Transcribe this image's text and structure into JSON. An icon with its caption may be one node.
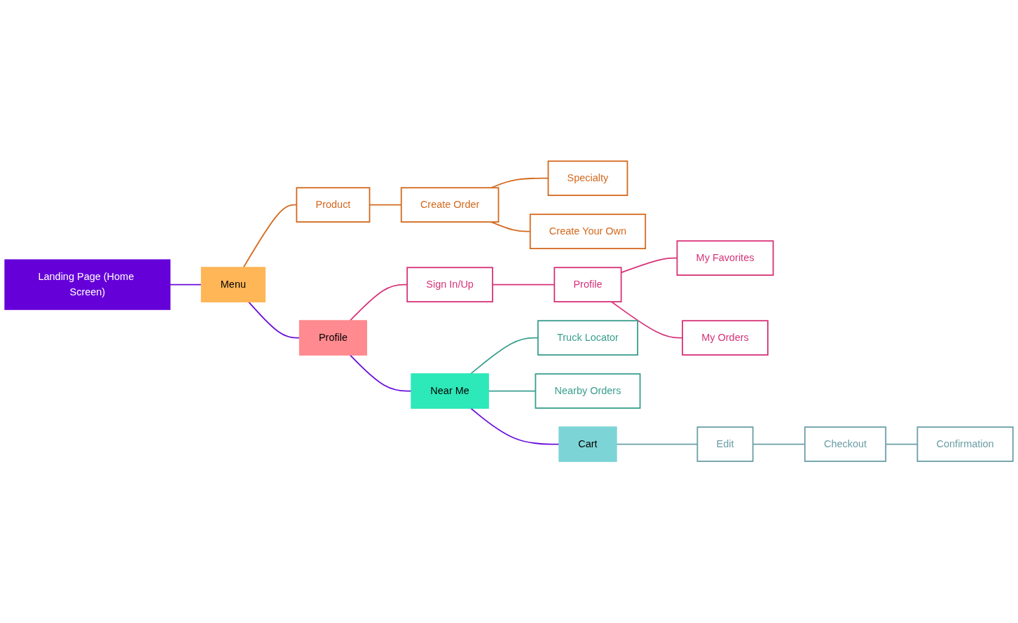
{
  "diagram": {
    "nodes": [
      {
        "text": [
          "Landing Page (Home Screen)"
        ]
      },
      {
        "text": [
          "Menu"
        ]
      },
      {
        "text": [
          "Product"
        ]
      },
      {
        "text": [
          "Create Order"
        ]
      },
      {
        "text": [
          "Specialty"
        ]
      },
      {
        "text": [
          "Create Your Own"
        ]
      },
      {
        "text": [
          "Profile"
        ]
      },
      {
        "text": [
          "Sign In/Up"
        ]
      },
      {
        "text": [
          "Profile"
        ]
      },
      {
        "text": [
          "My Favorites"
        ]
      },
      {
        "text": [
          "My Orders"
        ]
      },
      {
        "text": [
          "Near Me"
        ]
      },
      {
        "text": [
          "Truck Locator"
        ]
      },
      {
        "text": [
          "Nearby Orders"
        ]
      },
      {
        "text": [
          "Cart"
        ]
      },
      {
        "text": [
          "Edit"
        ]
      },
      {
        "text": [
          "Checkout"
        ]
      },
      {
        "text": [
          "Confirmation"
        ]
      }
    ],
    "edges": [
      {
        "from": 0,
        "to": 1,
        "arrow": "none",
        "color": "#6a0dd9"
      },
      {
        "from": 1,
        "to": 6,
        "arrow": "none",
        "color": "#6a0dd9"
      },
      {
        "from": 6,
        "to": 11,
        "arrow": "none",
        "color": "#6a0dd9"
      },
      {
        "from": 11,
        "to": 14,
        "arrow": "none",
        "color": "#6a0dd9"
      },
      {
        "from": 1,
        "to": 2,
        "arrow": "none",
        "color": "#d4691e"
      },
      {
        "from": 2,
        "to": 3,
        "arrow": "none",
        "color": "#d4691e"
      },
      {
        "from": 3,
        "to": 4,
        "arrow": "none",
        "color": "#d4691e"
      },
      {
        "from": 3,
        "to": 5,
        "arrow": "none",
        "color": "#d4691e"
      },
      {
        "from": 6,
        "to": 7,
        "arrow": "none",
        "color": "#d63378"
      },
      {
        "from": 7,
        "to": 8,
        "arrow": "none",
        "color": "#d63378"
      },
      {
        "from": 8,
        "to": 9,
        "arrow": "none",
        "color": "#d63378"
      },
      {
        "from": 8,
        "to": 10,
        "arrow": "none",
        "color": "#d63378"
      },
      {
        "from": 11,
        "to": 12,
        "arrow": "none",
        "color": "#3a9e8f"
      },
      {
        "from": 11,
        "to": 13,
        "arrow": "none",
        "color": "#3a9e8f"
      },
      {
        "from": 14,
        "to": 15,
        "arrow": "none",
        "color": "#6a9ea6"
      },
      {
        "from": 15,
        "to": 16,
        "arrow": "none",
        "color": "#6a9ea6"
      },
      {
        "from": 16,
        "to": 17,
        "arrow": "none",
        "color": "#6a9ea6"
      }
    ]
  }
}
